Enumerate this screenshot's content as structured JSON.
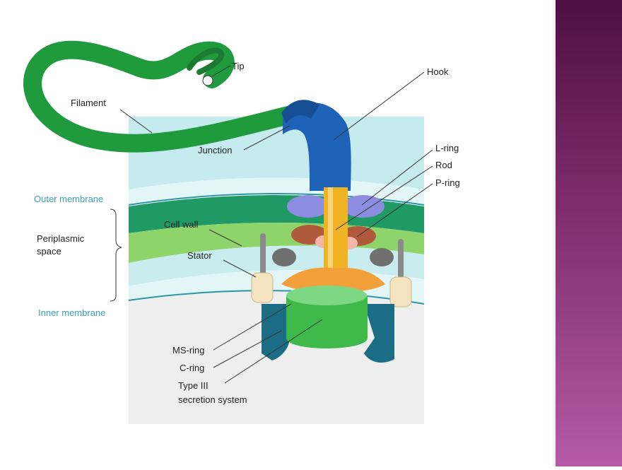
{
  "labels": {
    "tip": "Tip",
    "hook": "Hook",
    "filament": "Filament",
    "junction": "Junction",
    "l_ring": "L-ring",
    "rod": "Rod",
    "p_ring": "P-ring",
    "outer_membrane": "Outer membrane",
    "periplasmic_line1": "Periplasmic",
    "periplasmic_line2": "space",
    "cell_wall": "Cell wall",
    "stator": "Stator",
    "inner_membrane": "Inner membrane",
    "ms_ring": "MS-ring",
    "c_ring": "C-ring",
    "type3_line1": "Type III",
    "type3_line2": "secretion system"
  },
  "colors": {
    "filament": "#1f9a3c",
    "hook": "#1f63b8",
    "rod": "#f0b323",
    "ms_ring": "#3fba4a",
    "c_ring": "#1a6d84",
    "stator": "#f3e4bf",
    "outer_membrane": "#e3f6f7",
    "cell_wall": "#1f9a64",
    "periplasm": "#c9edee",
    "inner_membrane": "#e3f6f7",
    "cytoplasm": "#eeeeee",
    "sidebar": "#8a3477"
  }
}
